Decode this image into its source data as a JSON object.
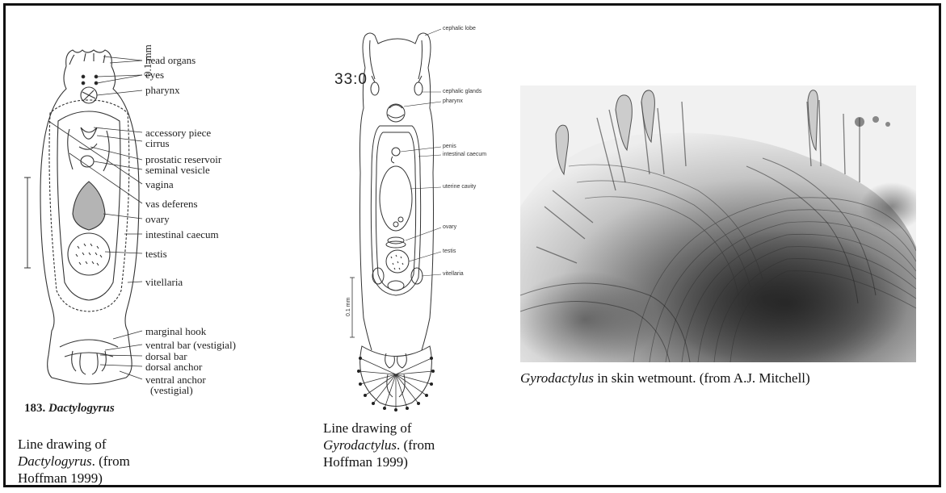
{
  "dactylogyrus": {
    "labels": {
      "head_organs": "head organs",
      "eyes": "eyes",
      "pharynx": "pharynx",
      "accessory_piece": "accessory piece",
      "cirrus": "cirrus",
      "prostatic_reservoir": "prostatic reservoir",
      "seminal_vesicle": "seminal vesicle",
      "vagina": "vagina",
      "vas_deferens": "vas deferens",
      "ovary": "ovary",
      "intestinal_caecum": "intestinal caecum",
      "testis": "testis",
      "vitellaria": "vitellaria",
      "marginal_hook": "marginal hook",
      "ventral_bar": "ventral bar (vestigial)",
      "dorsal_bar": "dorsal bar",
      "dorsal_anchor": "dorsal anchor",
      "ventral_anchor": "ventral anchor",
      "ventral_anchor_note": "(vestigial)"
    },
    "scale": "0.1 mm",
    "figure_number": "183.",
    "figure_genus": "Dactylogyrus",
    "caption": {
      "prefix": "Line drawing of ",
      "genus": "Dactylogyrus",
      "suffix": ". (from",
      "line2": "Hoffman 1999)"
    }
  },
  "gyrodactylus_drawing": {
    "figure_number": "33:0",
    "labels": {
      "cephalic_lobe": "cephalic lobe",
      "cephalic_glands": "cephalic glands",
      "pharynx": "pharynx",
      "penis": "penis",
      "intestinal_caecum": "intestinal caecum",
      "uterine_cavity": "uterine cavity",
      "ovary": "ovary",
      "testis": "testis",
      "vitellaria": "vitellaria"
    },
    "scale": "0.1 mm",
    "caption": {
      "line1": "Line drawing of",
      "genus": "Gyrodactylus",
      "suffix": ". (from",
      "line3": "Hoffman 1999)"
    }
  },
  "photo": {
    "caption": {
      "genus": "Gyrodactylus",
      "rest": " in skin wetmount.  (from A.J. Mitchell)"
    }
  }
}
